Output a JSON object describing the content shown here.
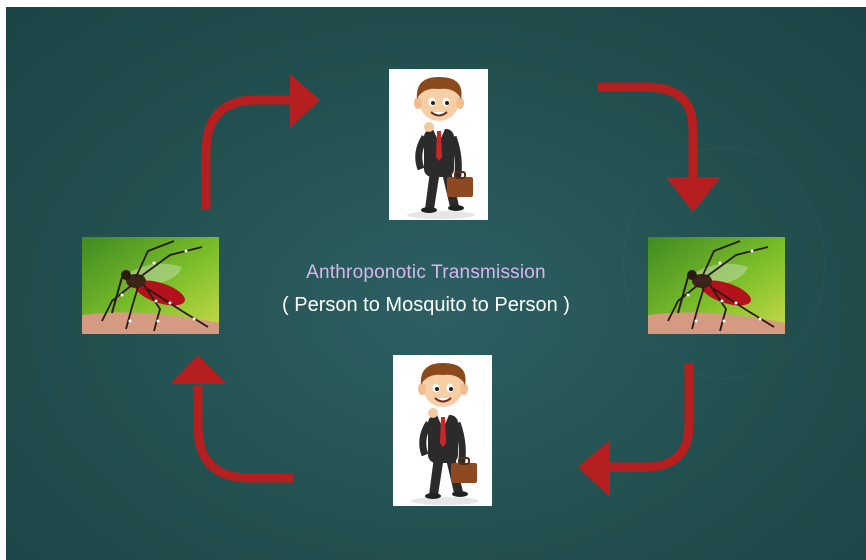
{
  "diagram": {
    "title": "Anthroponotic  Transmission",
    "subtitle": "( Person to Mosquito to Person )",
    "nodes": [
      {
        "id": "person-top",
        "icon": "businessman-icon"
      },
      {
        "id": "mosquito-right",
        "icon": "mosquito-icon"
      },
      {
        "id": "person-bottom",
        "icon": "businessman-icon"
      },
      {
        "id": "mosquito-left",
        "icon": "mosquito-icon"
      }
    ],
    "cycle_direction": "clockwise",
    "colors": {
      "background": "#22504f",
      "arrow": "#b51f1f",
      "title": "#d7b8ec",
      "subtitle": "#ffffff"
    }
  }
}
